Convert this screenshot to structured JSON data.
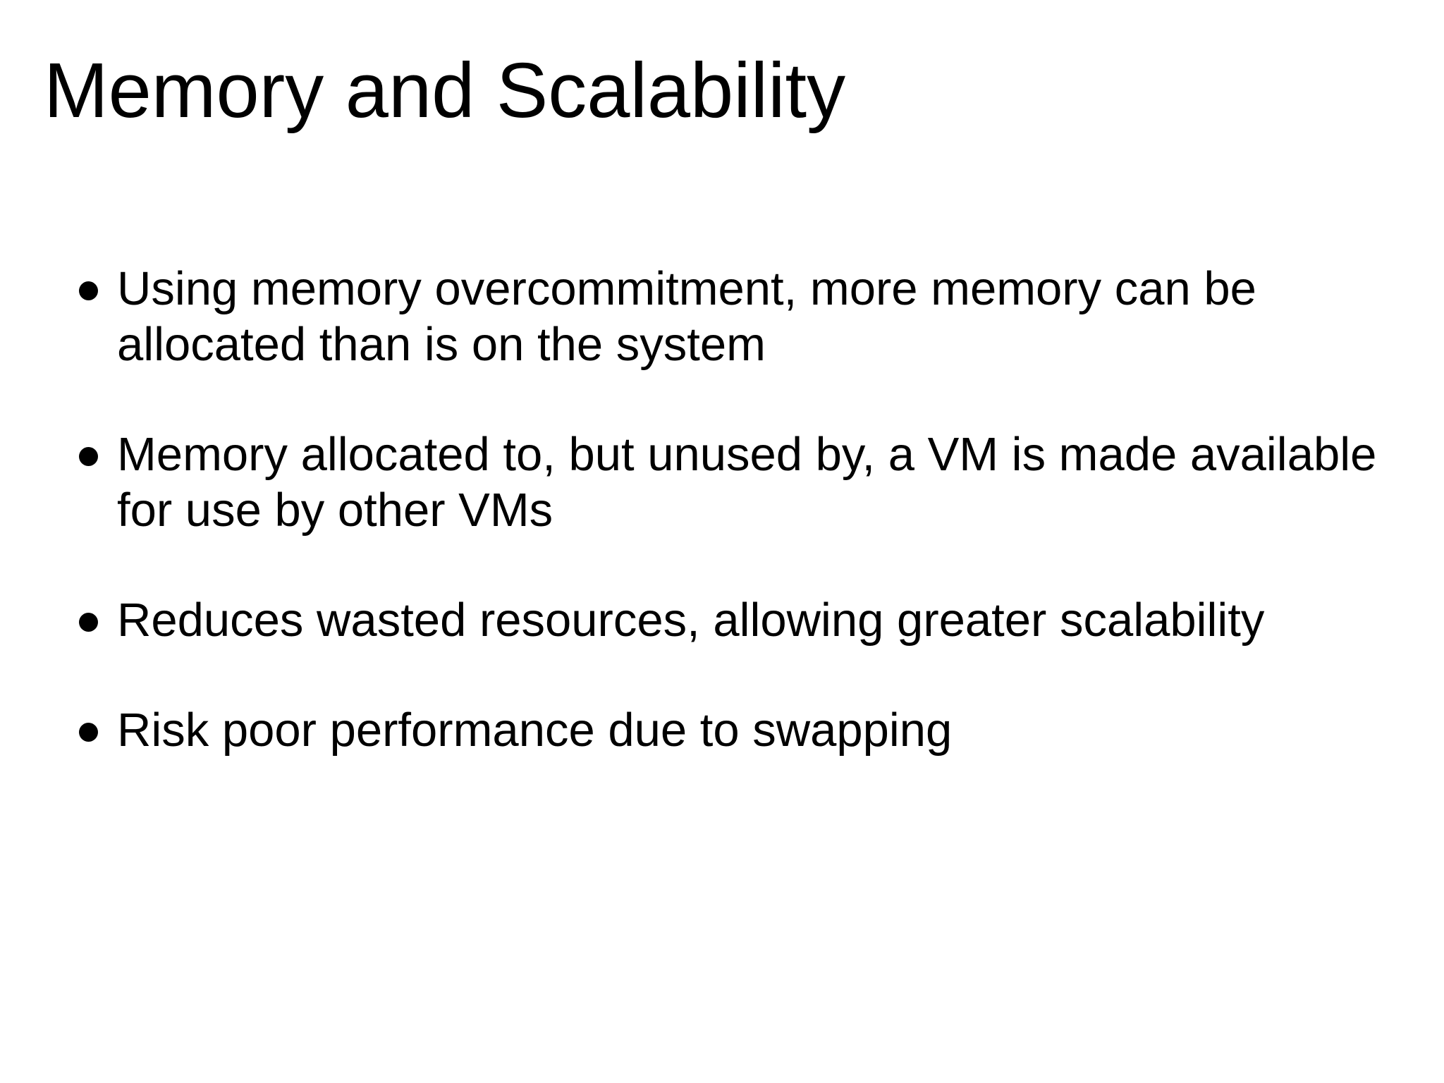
{
  "slide": {
    "title": "Memory and Scalability",
    "bullets": [
      {
        "text": "Using memory overcommitment, more memory can be allocated than is on the system"
      },
      {
        "text": "Memory allocated to, but unused by, a VM is made available for use by other VMs"
      },
      {
        "text": "Reduces wasted resources, allowing greater scalability"
      },
      {
        "text": "Risk poor performance due to swapping"
      }
    ],
    "bullet_icon": "bullet-dot-icon",
    "colors": {
      "background": "#ffffff",
      "text": "#000000"
    }
  }
}
